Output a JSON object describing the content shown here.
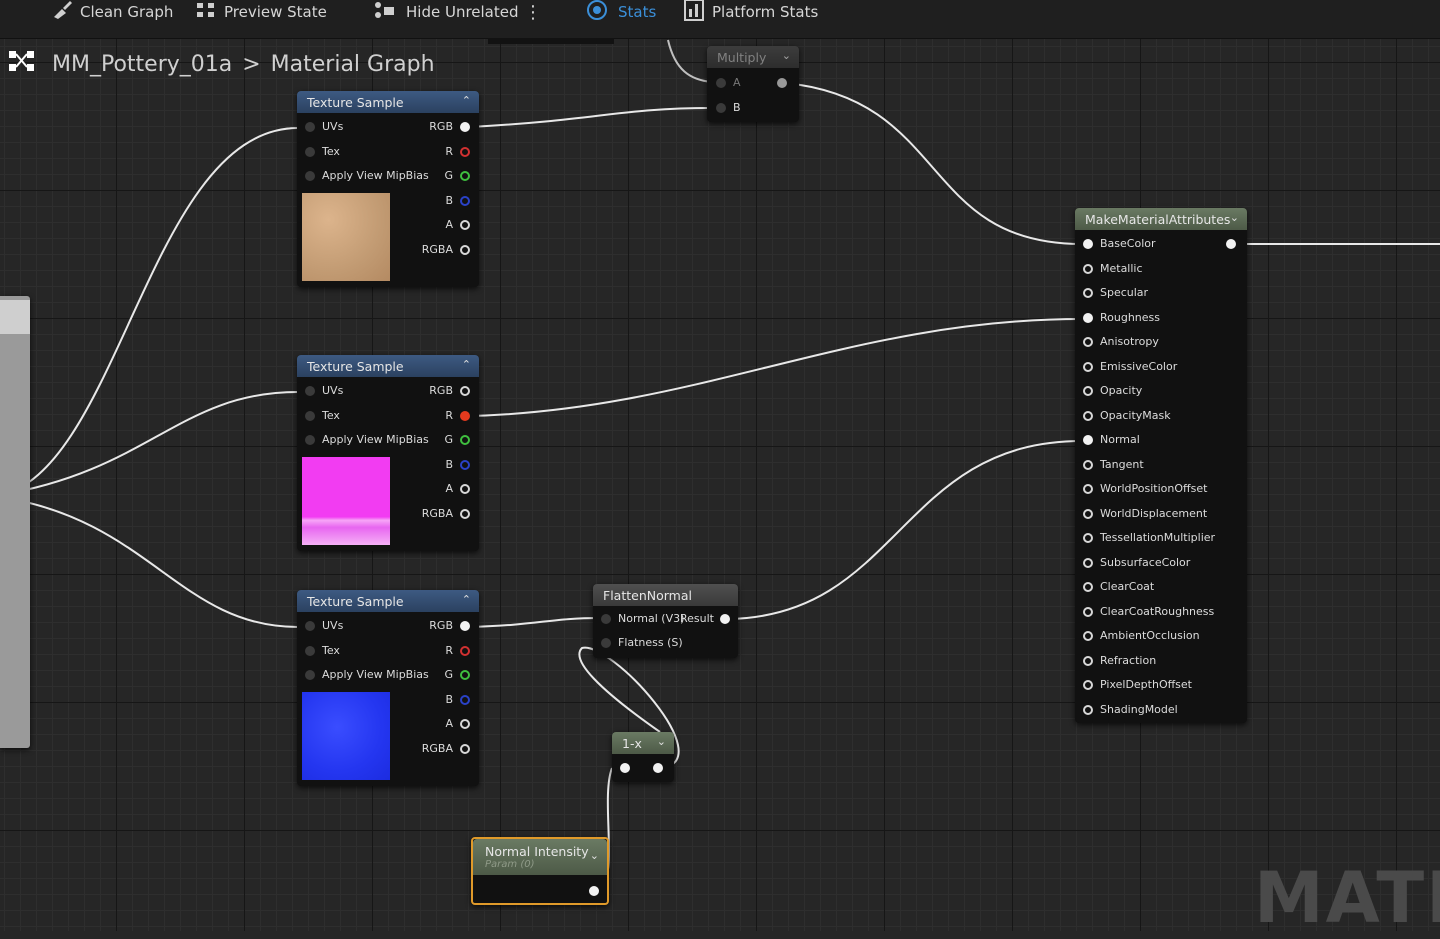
{
  "toolbar": {
    "clean_graph": "Clean Graph",
    "preview_state": "Preview State",
    "hide_unrelated": "Hide Unrelated",
    "stats": "Stats",
    "platform_stats": "Platform Stats"
  },
  "breadcrumb": {
    "asset": "MM_Pottery_01a",
    "separator": ">",
    "graph": "Material Graph"
  },
  "multiply": {
    "title": "Multiply",
    "in_a": "A",
    "in_b": "B"
  },
  "texture_sample": {
    "title": "Texture Sample",
    "inputs": [
      "UVs",
      "Tex",
      "Apply View MipBias"
    ],
    "outputs": [
      "RGB",
      "R",
      "G",
      "B",
      "A",
      "RGBA"
    ]
  },
  "make_material": {
    "title": "MakeMaterialAttributes",
    "pins": [
      "BaseColor",
      "Metallic",
      "Specular",
      "Roughness",
      "Anisotropy",
      "EmissiveColor",
      "Opacity",
      "OpacityMask",
      "Normal",
      "Tangent",
      "WorldPositionOffset",
      "WorldDisplacement",
      "TessellationMultiplier",
      "SubsurfaceColor",
      "ClearCoat",
      "ClearCoatRoughness",
      "AmbientOcclusion",
      "Refraction",
      "PixelDepthOffset",
      "ShadingModel"
    ]
  },
  "flatten_normal": {
    "title": "FlattenNormal",
    "in_normal": "Normal (V3)",
    "out_result": "Result",
    "in_flatness": "Flatness (S)"
  },
  "one_minus": {
    "title": "1-x"
  },
  "normal_intensity": {
    "title": "Normal Intensity",
    "subtitle": "Param (0)"
  },
  "watermark": "MATE",
  "colors": {
    "texture_header": "#3d5a82",
    "graph_bg": "#262626",
    "param_border": "#e09a2a",
    "stats_accent": "#3b8fd8"
  }
}
